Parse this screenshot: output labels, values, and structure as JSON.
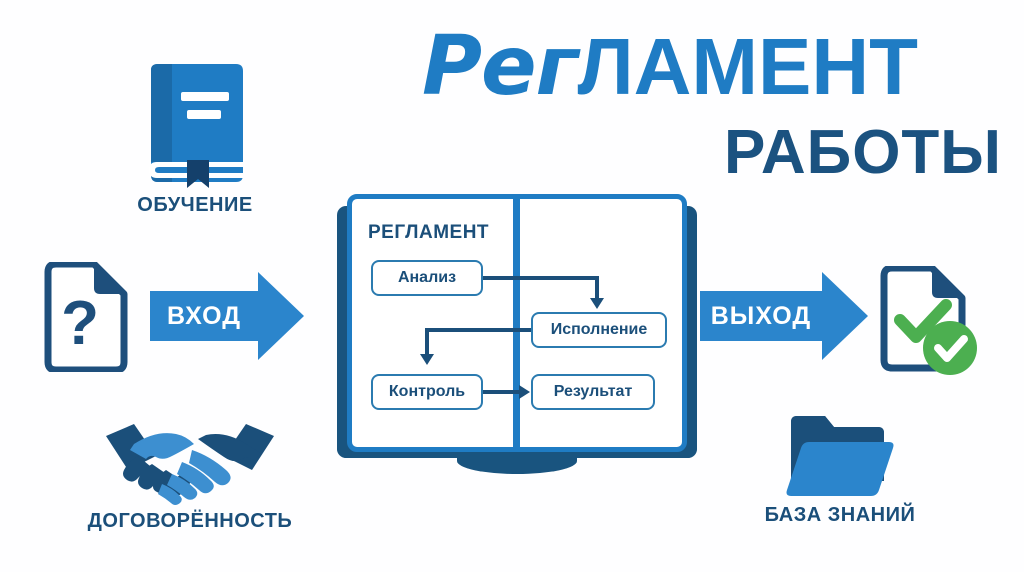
{
  "title": {
    "main_script": "Рег",
    "main_bold": "ЛАМЕНТ",
    "sub": "РАБОТЫ"
  },
  "colors": {
    "accent_blue": "#1f7cc4",
    "bright_blue": "#2b85cc",
    "navy": "#1b4f7a",
    "dark_navy": "#19547f",
    "green": "#4caf50",
    "background": "#ffffff"
  },
  "center": {
    "book_heading": "РЕГЛАМЕНТ",
    "flow_boxes": [
      {
        "id": "analiz",
        "label": "Анализ"
      },
      {
        "id": "ispoln",
        "label": "Исполнение"
      },
      {
        "id": "kontrol",
        "label": "Контроль"
      },
      {
        "id": "rezultat",
        "label": "Результат"
      }
    ]
  },
  "arrows": {
    "input_label": "ВХОД",
    "output_label": "ВЫХОД"
  },
  "icons": [
    {
      "id": "obuchenie",
      "label": "ОБУЧЕНИЕ",
      "icon": "closed-book-icon"
    },
    {
      "id": "dogovor",
      "label": "ДОГОВОРЁННОСТЬ",
      "icon": "handshake-icon"
    },
    {
      "id": "baza",
      "label": "БАЗА ЗНАНИЙ",
      "icon": "open-folder-icon"
    },
    {
      "id": "docq",
      "label": "",
      "icon": "document-question-icon"
    },
    {
      "id": "docok",
      "label": "",
      "icon": "document-check-icon"
    }
  ]
}
